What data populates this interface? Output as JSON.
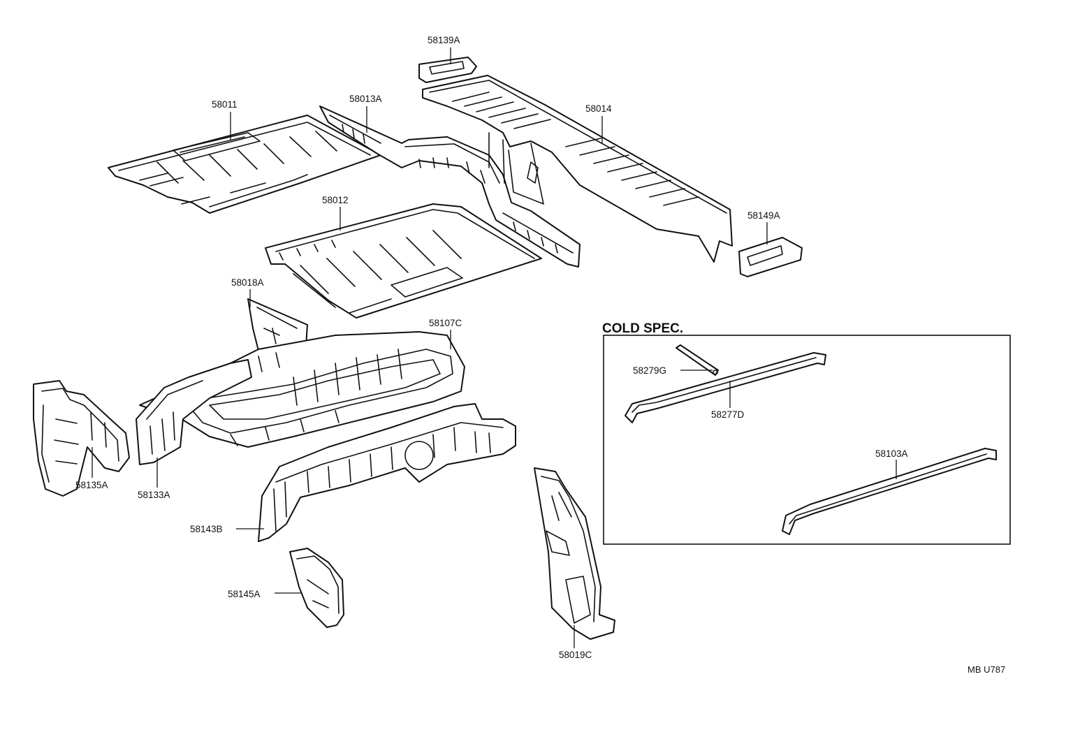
{
  "colors": {
    "line": "#111111",
    "background": "#ffffff"
  },
  "cold_spec": {
    "title": "COLD SPEC."
  },
  "footer": {
    "code": "MB U787"
  },
  "parts": {
    "p58139A": "58139A",
    "p58013A": "58013A",
    "p58011": "58011",
    "p58014": "58014",
    "p58012": "58012",
    "p58149A": "58149A",
    "p58018A": "58018A",
    "p58107C": "58107C",
    "p58279G": "58279G",
    "p58277D": "58277D",
    "p58103A": "58103A",
    "p58135A": "58135A",
    "p58133A": "58133A",
    "p58143B": "58143B",
    "p58145A": "58145A",
    "p58019C": "58019C"
  }
}
